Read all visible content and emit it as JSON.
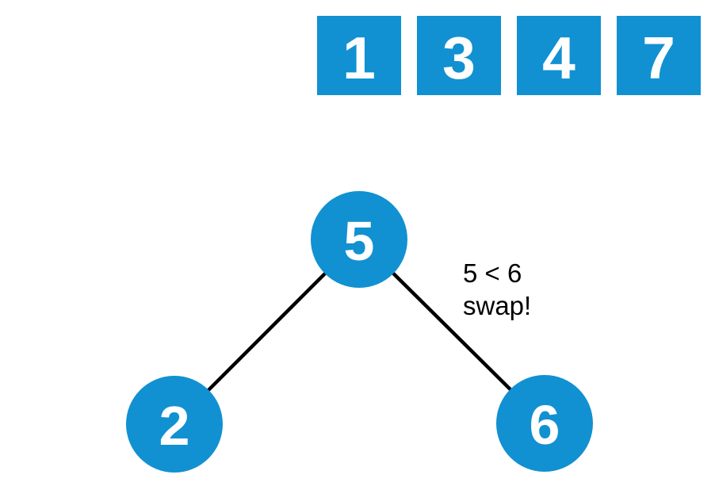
{
  "colors": {
    "background": "#ffffff",
    "node_fill": "#1191d1",
    "node_text": "#ffffff",
    "edge": "#000000",
    "annotation_text": "#000000"
  },
  "sorted_array": {
    "items": [
      "1",
      "3",
      "4",
      "7"
    ]
  },
  "tree": {
    "root": {
      "label": "5"
    },
    "left_child": {
      "label": "2"
    },
    "right_child": {
      "label": "6"
    }
  },
  "annotation": {
    "line1": "5 < 6",
    "line2": "swap!"
  }
}
